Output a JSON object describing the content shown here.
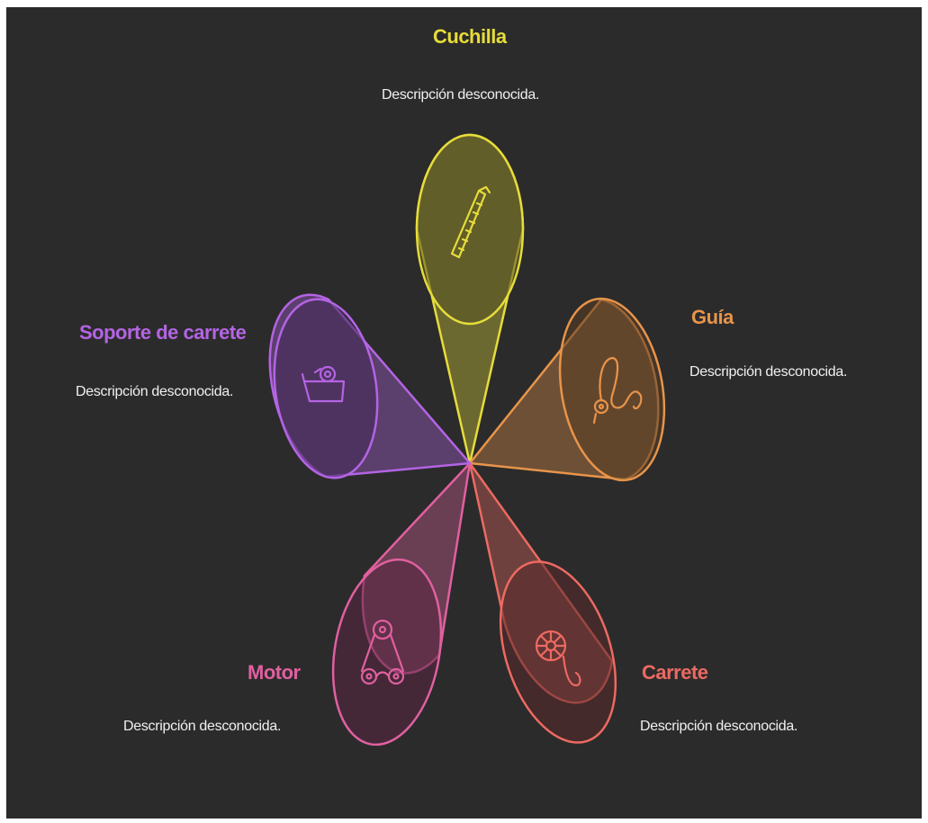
{
  "colors": {
    "background": "#2b2b2b",
    "cuchilla": "#e6dc3a",
    "guia": "#e8944a",
    "carrete": "#ec6a62",
    "motor": "#e0609f",
    "soporte": "#b464e4"
  },
  "items": [
    {
      "key": "cuchilla",
      "title": "Cuchilla",
      "description": "Descripción desconocida.",
      "icon": "saw-icon"
    },
    {
      "key": "guia",
      "title": "Guía",
      "description": "Descripción desconocida.",
      "icon": "guide-thread-icon"
    },
    {
      "key": "carrete",
      "title": "Carrete",
      "description": "Descripción desconocida.",
      "icon": "reel-icon"
    },
    {
      "key": "motor",
      "title": "Motor",
      "description": "Descripción desconocida.",
      "icon": "motor-belt-icon"
    },
    {
      "key": "soporte",
      "title": "Soporte de carrete",
      "description": "Descripción desconocida.",
      "icon": "tape-dispenser-icon"
    }
  ]
}
